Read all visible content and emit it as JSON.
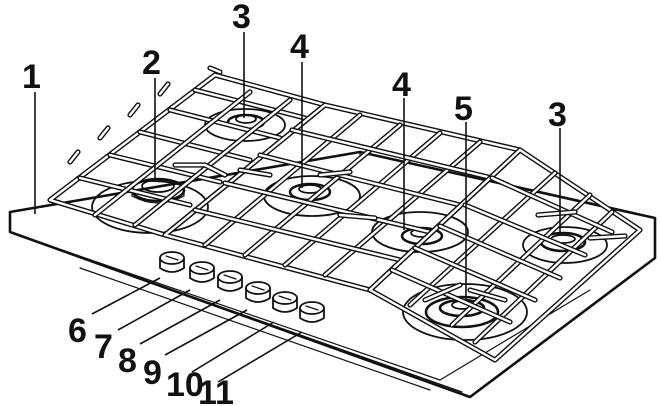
{
  "callouts": [
    {
      "id": "c1",
      "label": "1"
    },
    {
      "id": "c2",
      "label": "2"
    },
    {
      "id": "c3a",
      "label": "3"
    },
    {
      "id": "c4a",
      "label": "4"
    },
    {
      "id": "c4b",
      "label": "4"
    },
    {
      "id": "c5",
      "label": "5"
    },
    {
      "id": "c3b",
      "label": "3"
    },
    {
      "id": "c6",
      "label": "6"
    },
    {
      "id": "c7",
      "label": "7"
    },
    {
      "id": "c8",
      "label": "8"
    },
    {
      "id": "c9",
      "label": "9"
    },
    {
      "id": "c10",
      "label": "10"
    },
    {
      "id": "c11",
      "label": "11"
    }
  ]
}
